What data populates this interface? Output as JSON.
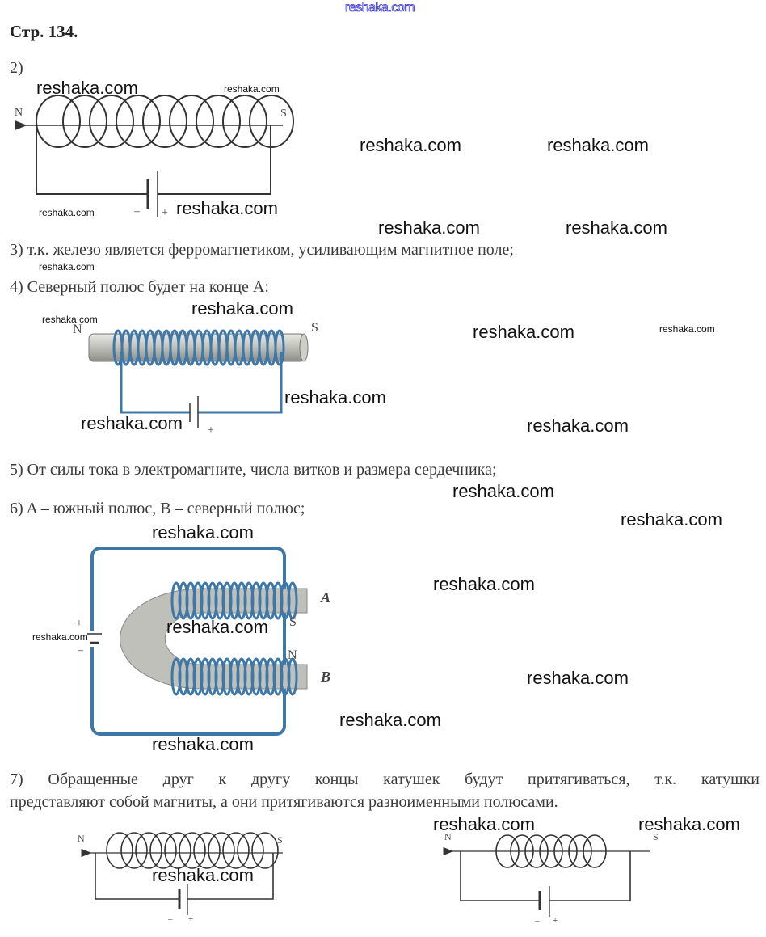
{
  "header_watermark": "reshaka.com",
  "title": "Стр. 134.",
  "items": {
    "i2": "2)",
    "i3": "3) т.к. железо является ферромагнетиком, усиливающим магнитное поле;",
    "i4": "4) Северный полюс будет на конце A:",
    "i5": "5) От силы тока в электромагните, числа витков и размера сердечника;",
    "i6": "6) A – южный полюс, B – северный полюс;",
    "i7a": "7) Обращенные друг к другу концы катушек будут притягиваться, т.к. катушки",
    "i7b": "представляют собой магниты, а они притягиваются разноименными полюсами."
  },
  "labels": {
    "N": "N",
    "S": "S",
    "minus": "–",
    "plus": "+",
    "A": "A",
    "B": "B"
  },
  "watermark": "reshaka.com",
  "colors": {
    "coil_blue": "#3e78a8",
    "rod_gray": "#b5b5b0",
    "header_blue": "#2a2ad0"
  }
}
